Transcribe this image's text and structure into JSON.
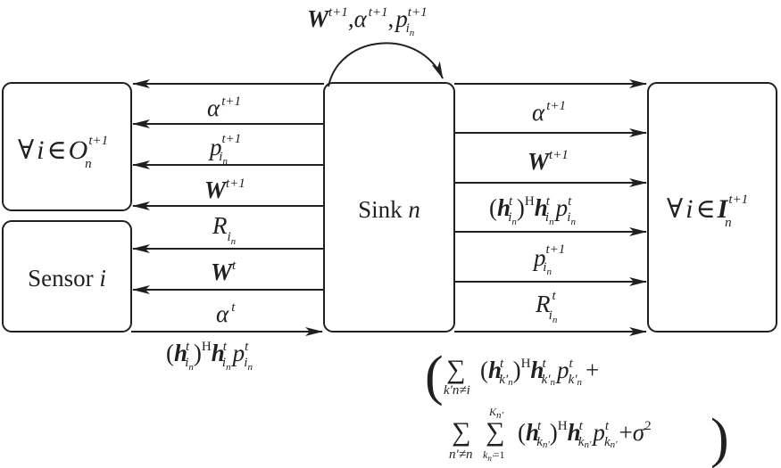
{
  "colors": {
    "ink": "#231f20",
    "background": "#ffffff"
  },
  "nodes": {
    "sink": {
      "label": "Sink ",
      "var": "n"
    },
    "sensor": {
      "label": "Sensor ",
      "var": "i"
    },
    "left_group": {
      "forall": "∀",
      "var": "i",
      "in": "∈",
      "set": "O",
      "sub": "n",
      "sup": "t+1"
    },
    "right_group": {
      "forall": "∀",
      "var": "i",
      "in": "∈",
      "set": "I",
      "sub": "n",
      "sup": "t+1"
    }
  },
  "self_loop": {
    "W": "W",
    "alpha": "α",
    "p": "p",
    "sep": ",",
    "sup": "t+1",
    "sub_i": "i",
    "sub_n": "n"
  },
  "left_labels": {
    "alpha": {
      "sym": "α",
      "sup": "t+1"
    },
    "p": {
      "sym": "p",
      "sup": "t+1",
      "sub_i": "i",
      "sub_n": "n"
    },
    "W": {
      "sym": "W",
      "sup": "t+1"
    },
    "R": {
      "sym": "R",
      "sub_i": "i",
      "sub_n": "n"
    },
    "Wt": {
      "sym": "W",
      "sup": "t"
    },
    "alphat": {
      "sym": "α",
      "sup": "t"
    },
    "hhp": {
      "open": "(",
      "h": "h",
      "close": ")",
      "H": "H",
      "p": "p",
      "sup": "t",
      "sub_i": "i",
      "sub_n": "n"
    }
  },
  "right_labels": {
    "alpha": {
      "sym": "α",
      "sup": "t+1"
    },
    "W": {
      "sym": "W",
      "sup": "t+1"
    },
    "hhp": {
      "open": "(",
      "h": "h",
      "close": ")",
      "H": "H",
      "p": "p",
      "sup": "t",
      "sub_i": "i",
      "sub_n": "n"
    },
    "p": {
      "sym": "p",
      "sup": "t+1",
      "sub_i": "i",
      "sub_n": "n"
    },
    "R": {
      "sym": "R",
      "sup": "t",
      "sub_i": "i",
      "sub_n": "n"
    }
  },
  "interference": {
    "big_open": "(",
    "big_close": ")",
    "sum": "∑",
    "line1": {
      "sum_sub": "k'n≠i",
      "open": "(",
      "h": "h",
      "close": ")",
      "H": "H",
      "p": "p",
      "plus": "+",
      "sup": "t",
      "sub_k": "k'",
      "sub_n": "n"
    },
    "line2": {
      "sum1_sub": "n'≠n",
      "sum2_sub": "k",
      "sum2_subsub": "n'",
      "sum2_subeq": "=1",
      "sum2_sup": "K",
      "sum2_supsub": "n'",
      "open": "(",
      "h": "h",
      "close": ")",
      "H": "H",
      "p": "p",
      "plus": "+",
      "sigma": "σ",
      "sigma_sup": "2",
      "sup": "t",
      "sub_k": "k",
      "sub_n": "n'"
    }
  }
}
